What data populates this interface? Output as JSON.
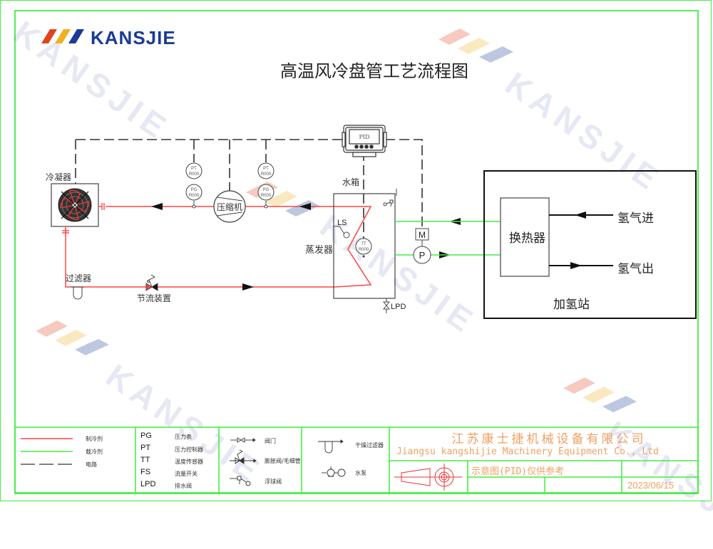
{
  "brand": {
    "name": "KANSJIE",
    "stripe_colors": [
      "#e0441e",
      "#f0b020",
      "#1b3b95"
    ],
    "text_color": "#1b3b95"
  },
  "title": "高温风冷盘管工艺流程图",
  "colors": {
    "refrigerant_line": "#ff4444",
    "coolant_line": "#44ee44",
    "electric_line": "#333333",
    "border": "#44ee44",
    "titleblock_text": "#f0a060"
  },
  "components": {
    "condenser": "冷凝器",
    "compressor": "压缩机",
    "water_tank": "水箱",
    "evaporator": "蒸发器",
    "filter": "过滤器",
    "throttle": "节流装置",
    "level_switch": "LS",
    "drain": "LPD",
    "controller": "PID",
    "motor": "M",
    "pump": "P",
    "heat_exchanger": "换热器",
    "hydrogen_in": "氢气进",
    "hydrogen_out": "氢气出",
    "hydrogen_station": "加氢站"
  },
  "instruments": [
    {
      "tag": "PT",
      "value": "R000"
    },
    {
      "tag": "PG",
      "value": "R000"
    },
    {
      "tag": "PT",
      "value": "R000"
    },
    {
      "tag": "PG",
      "value": "R000"
    },
    {
      "tag": "TT",
      "value": "R000"
    }
  ],
  "legend": {
    "lines": [
      {
        "label": "制冷剂",
        "type": "refrigerant"
      },
      {
        "label": "载冷剂",
        "type": "coolant"
      },
      {
        "label": "电路",
        "type": "electric"
      }
    ],
    "abbreviations": [
      {
        "abbr": "PG",
        "desc": "压力表"
      },
      {
        "abbr": "PT",
        "desc": "压力控制器"
      },
      {
        "abbr": "TT",
        "desc": "温度传感器"
      },
      {
        "abbr": "FS",
        "desc": "流量开关"
      },
      {
        "abbr": "LPD",
        "desc": "排水阀"
      }
    ],
    "symbols_valves": [
      {
        "label": "阀门"
      },
      {
        "label": "膨胀阀/毛细管"
      },
      {
        "label": "浮球阀"
      }
    ],
    "symbols_equipment": [
      {
        "label": "干燥过滤器"
      },
      {
        "label": "水泵"
      }
    ]
  },
  "title_block": {
    "company_cn": "江苏康士捷机械设备有限公司",
    "company_en": "Jiangsu kangshijie Machinery Equipment Co., Ltd",
    "note": "示意图(PID)仅供参考",
    "date": "2023/06/15"
  },
  "watermark_text": "KANSJIE"
}
